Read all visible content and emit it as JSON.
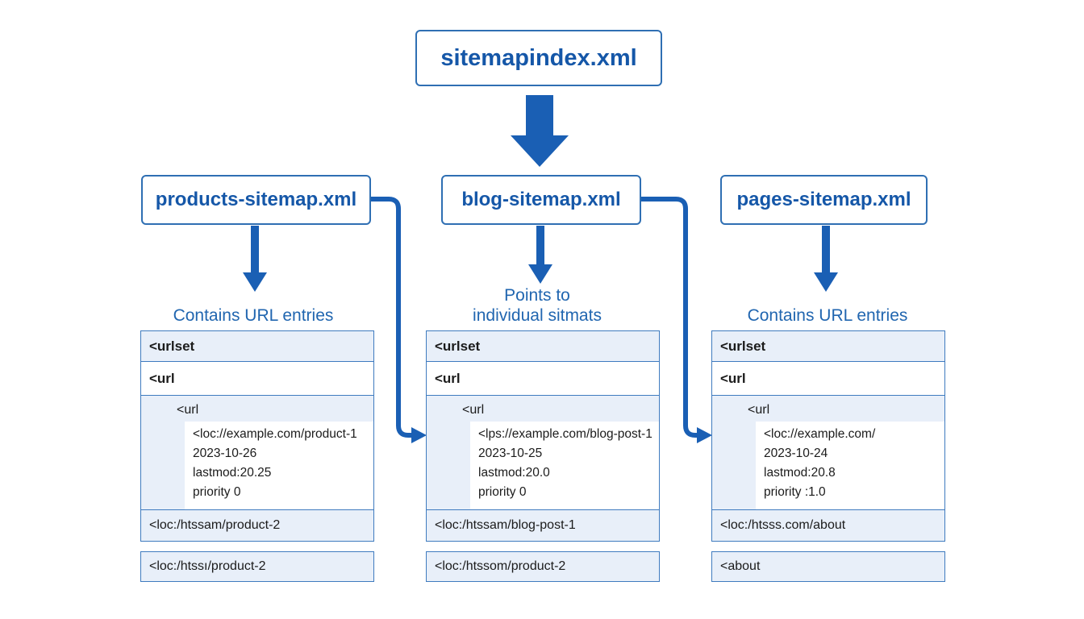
{
  "index": {
    "filename": "sitemapindex.xml"
  },
  "sitemaps": [
    {
      "filename": "products-sitemap.xml",
      "caption": "Contains URL entries",
      "rows": {
        "urlset": "<urlset",
        "url": "<url"
      },
      "entry": {
        "tag": "<url",
        "loc": "<loc://example.com/product-1",
        "date": "2023-10-26",
        "lastmod": "lastmod:20.25",
        "priority": "priority 0"
      },
      "loc_row": "<loc:/htssam/product-2",
      "footer": "<loc:/htssı/product-2"
    },
    {
      "filename": "blog-sitemap.xml",
      "caption": "Points to\nindividual sitmats",
      "rows": {
        "urlset": "<urlset",
        "url": "<url"
      },
      "entry": {
        "tag": "<url",
        "loc": "<lps://example.com/blog-post-1",
        "date": "2023-10-25",
        "lastmod": "lastmod:20.0",
        "priority": "priority 0"
      },
      "loc_row": "<loc:/htssam/blog-post-1",
      "footer": "<loc:/htssom/product-2"
    },
    {
      "filename": "pages-sitemap.xml",
      "caption": "Contains URL entries",
      "rows": {
        "urlset": "<urlset",
        "url": "<url"
      },
      "entry": {
        "tag": "<url",
        "loc": "<loc://example.com/",
        "date": "2023-10-24",
        "lastmod": "lastmod:20.8",
        "priority": "priority :1.0"
      },
      "loc_row": "<loc:/htsss.com/about",
      "footer": "<about"
    }
  ],
  "colors": {
    "accent": "#1557a8",
    "arrow": "#1a5fb4",
    "panel_fill": "#e8eff9",
    "border": "#2f6fb3"
  }
}
